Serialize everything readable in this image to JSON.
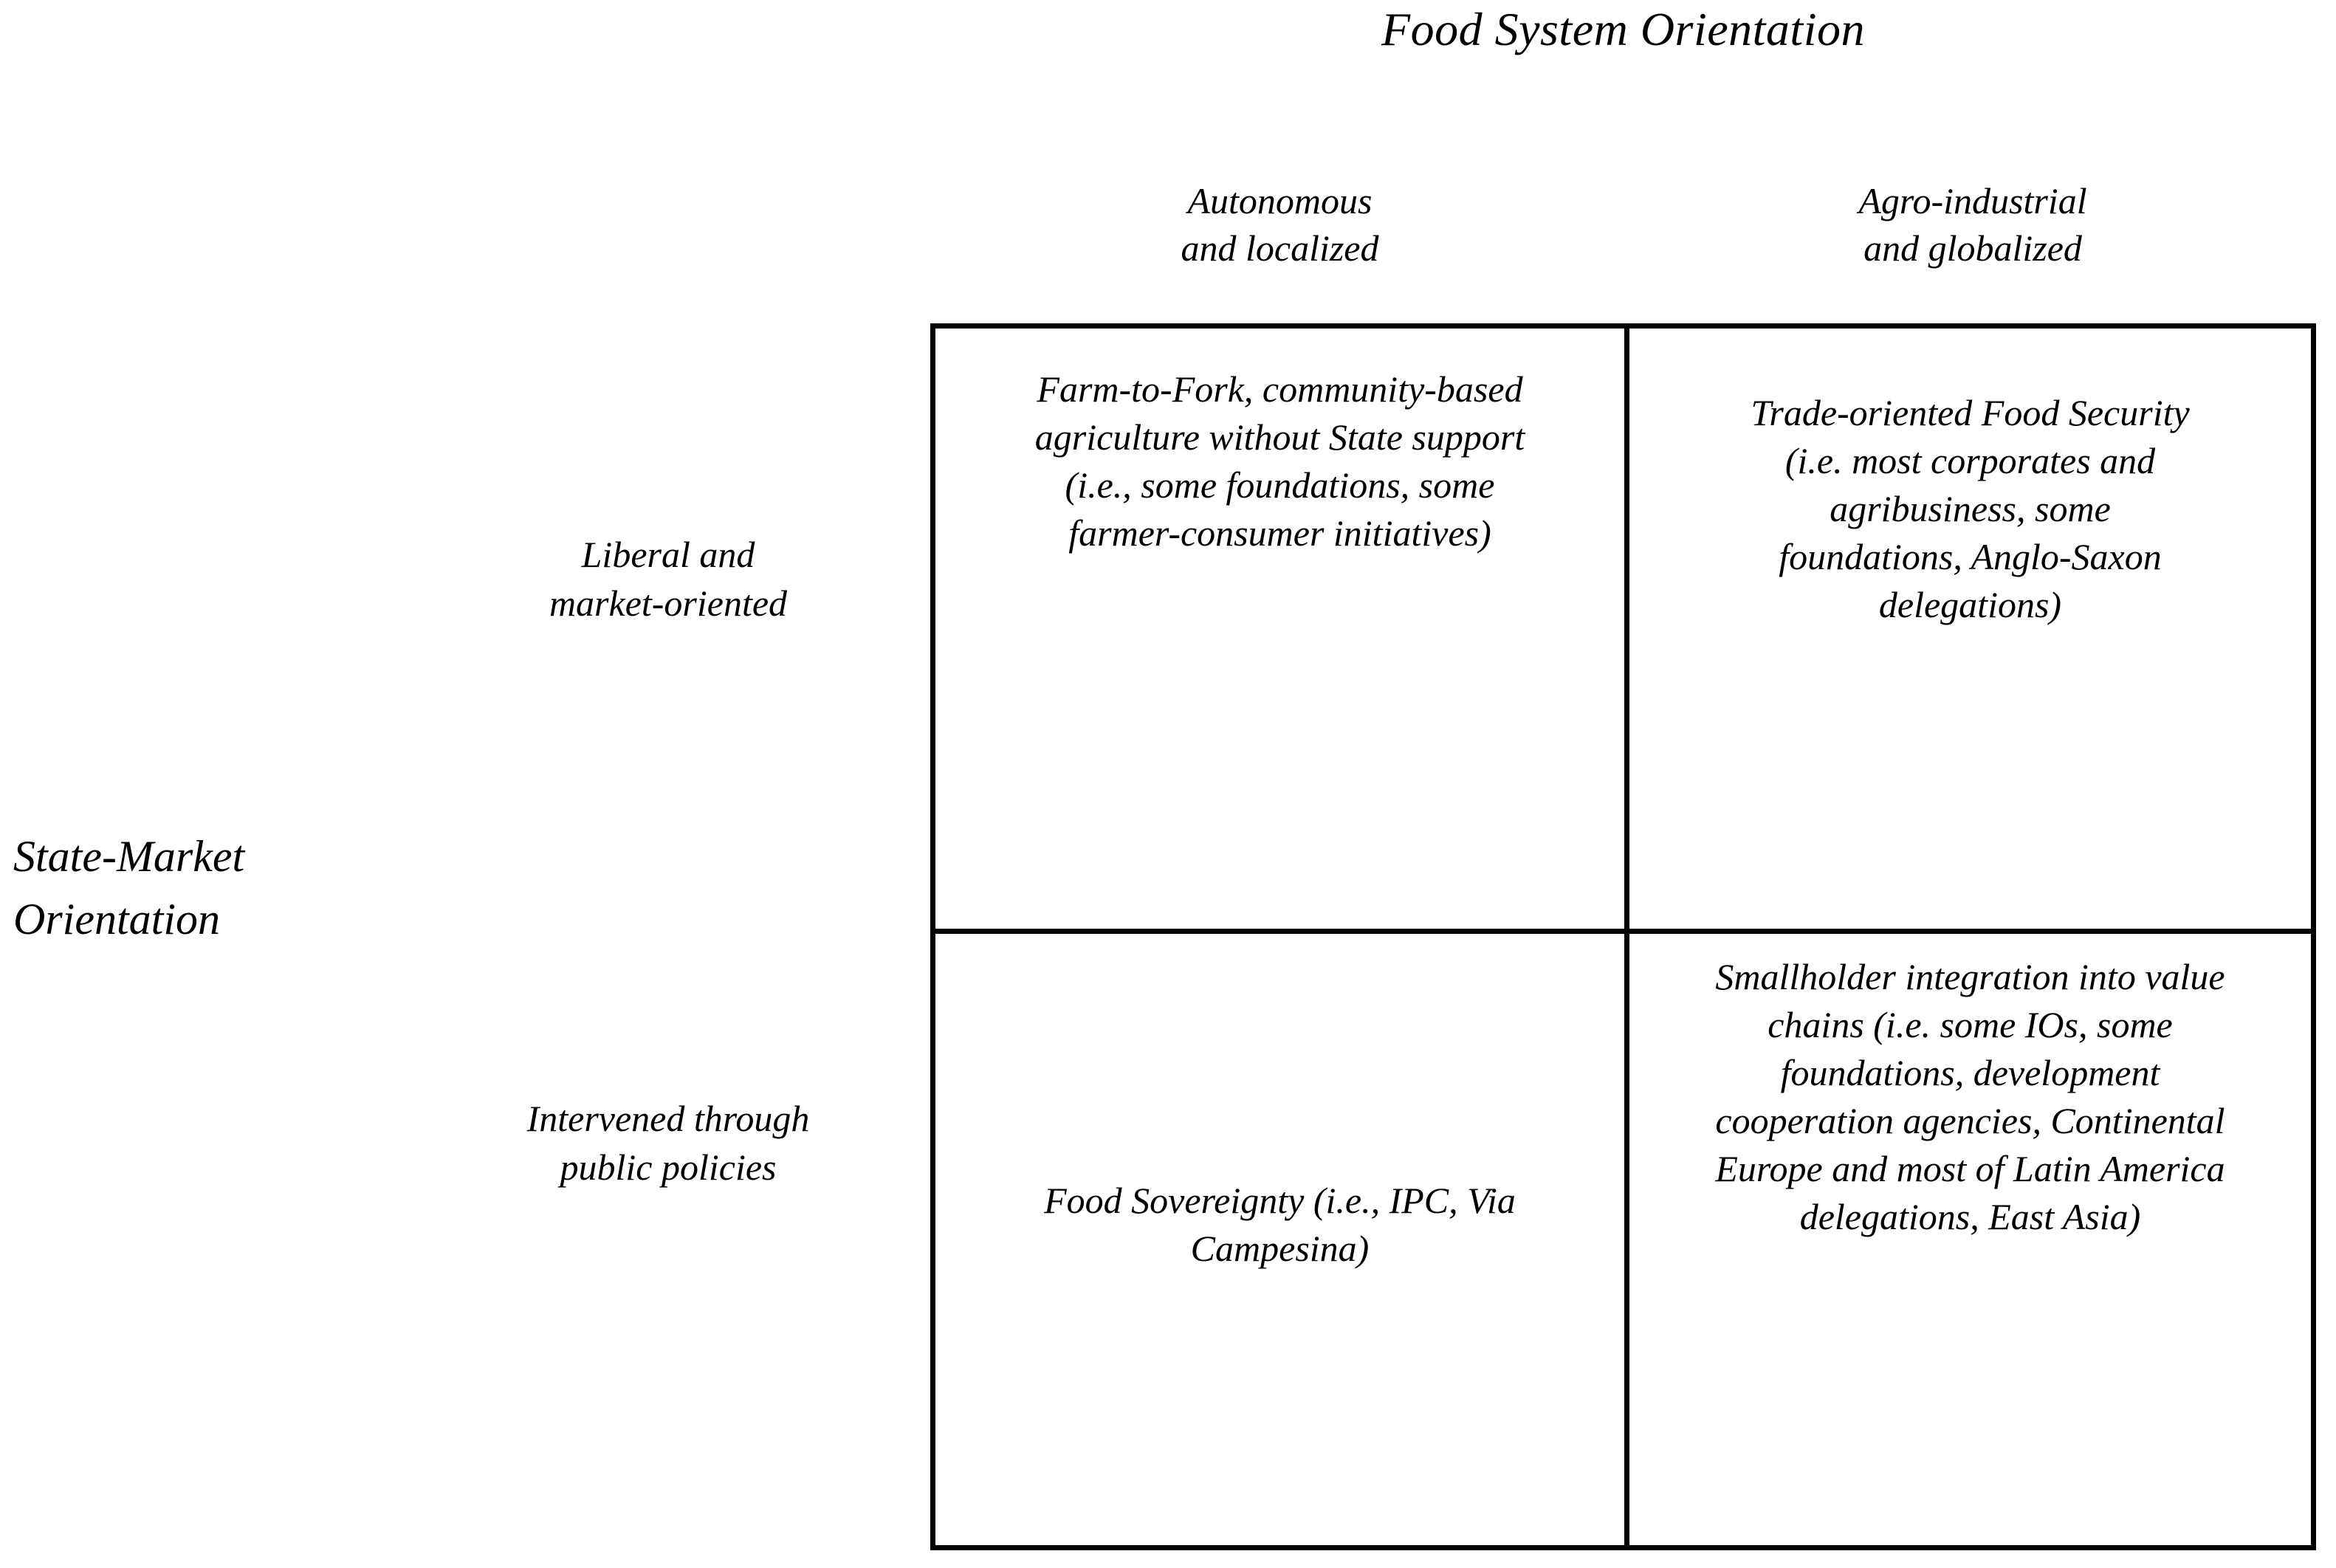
{
  "figure": {
    "top_axis_title": "Food System Orientation",
    "left_axis_title_line1": "State-Market",
    "left_axis_title_line2": "Orientation"
  },
  "columns": [
    {
      "id": "autonomous-localized",
      "header_line1": "Autonomous",
      "header_line2": "and localized"
    },
    {
      "id": "agro-industrial-globalized",
      "header_line1": "Agro-industrial",
      "header_line2": "and globalized"
    }
  ],
  "rows": [
    {
      "id": "liberal-market-oriented",
      "label_line1": "Liberal and",
      "label_line2": "market-oriented"
    },
    {
      "id": "intervened-public-policies",
      "label_line1": "Intervened through",
      "label_line2": "public policies"
    }
  ],
  "cells": {
    "top_left": "Farm-to-Fork, community-based agriculture without State support (i.e., some foundations, some farmer-consumer initiatives)",
    "top_right": "Trade-oriented Food Security (i.e. most corporates and agribusiness, some foundations, Anglo-Saxon delegations)",
    "bottom_left": "Food Sovereignty (i.e., IPC, Via Campesina)",
    "bottom_right": "Smallholder integration into value chains (i.e. some IOs, some foundations, development cooperation agencies, Continental Europe and most of Latin America delegations, East Asia)"
  },
  "style": {
    "border_color": "#000000",
    "text_color": "#000000",
    "background_color": "#ffffff"
  }
}
